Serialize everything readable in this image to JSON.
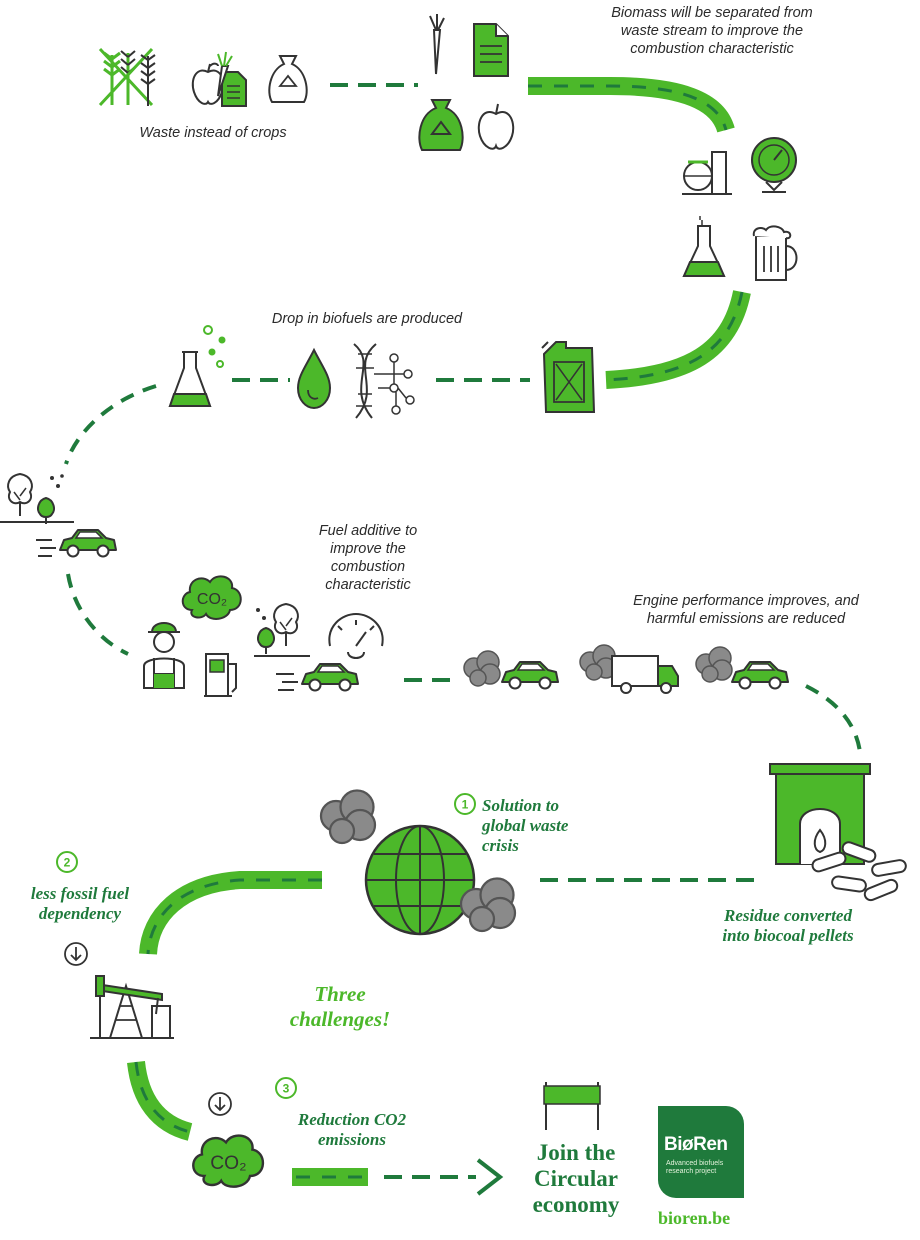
{
  "labels": {
    "waste_instead_of_crops": "Waste instead of crops",
    "biomass_separated": "Biomass will be separated from waste stream to improve the combustion characteristic",
    "drop_in_biofuels": "Drop in biofuels are produced",
    "fuel_additive": "Fuel additive to improve the combustion characteristic",
    "engine_performance": "Engine performance improves, and harmful emissions are reduced",
    "residue_converted": "Residue converted into biocoal pellets"
  },
  "challenges": {
    "heading": "Three challenges!",
    "items": [
      {
        "number": "1",
        "text": "Solution to global waste crisis"
      },
      {
        "number": "2",
        "text": "less fossil fuel dependency"
      },
      {
        "number": "3",
        "text": "Reduction CO2 emissions"
      }
    ]
  },
  "cta": {
    "text": "Join the Circular economy"
  },
  "logo": {
    "word": "BiøRen",
    "tagline": "Advanced biofuels research project"
  },
  "url": "bioren.be",
  "icon_text": {
    "co2": "CO₂"
  },
  "colors": {
    "accent_green": "#4cb82a",
    "dark_green": "#1f7a3c",
    "outline": "#333333",
    "smoke_grey": "#8a8a8a"
  },
  "icons": [
    "wheat-icon",
    "apple-icon",
    "carrot-icon",
    "document-icon",
    "recycle-bag-icon",
    "refinery-icon",
    "gauge-icon",
    "flask-icon",
    "beer-mug-icon",
    "jerrycan-icon",
    "droplet-icon",
    "dna-molecule-icon",
    "tree-icon",
    "car-icon",
    "co2-cloud-icon",
    "worker-icon",
    "fuel-pump-icon",
    "speedometer-icon",
    "truck-icon",
    "fireplace-icon",
    "pellets-icon",
    "globe-icon",
    "oil-pump-jack-icon",
    "down-arrow-icon",
    "arrow-right-icon"
  ]
}
